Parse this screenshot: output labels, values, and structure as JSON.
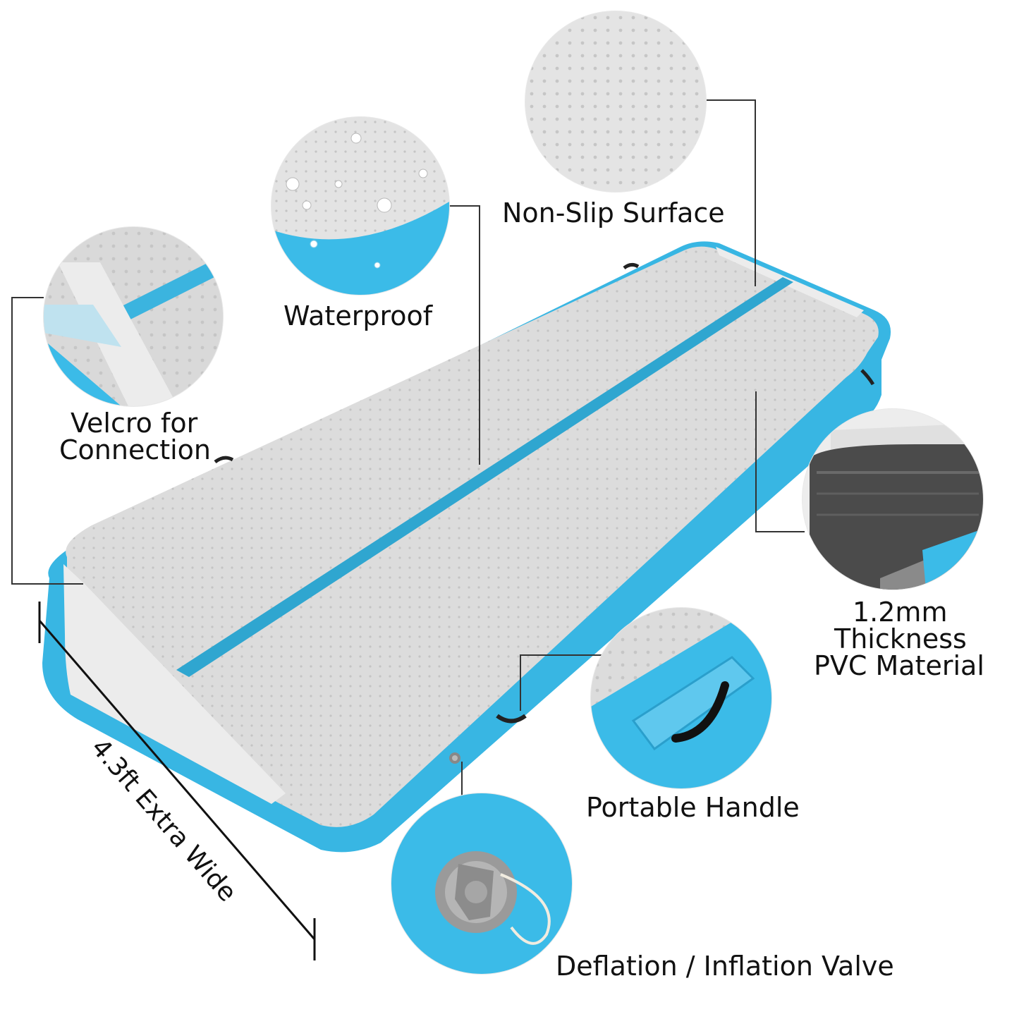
{
  "labels": {
    "non_slip": "Non-Slip Surface",
    "waterproof": "Waterproof",
    "velcro_line1": "Velcro for",
    "velcro_line2": "Connection",
    "thickness_line1": "1.2mm",
    "thickness_line2": "Thickness",
    "thickness_line3": "PVC Material",
    "handle": "Portable Handle",
    "valve": "Deflation / Inflation Valve",
    "width": "4.3ft Extra Wide"
  },
  "colors": {
    "mat_top": "#dcdcdc",
    "mat_side": "#38b6e3",
    "mat_stripe": "#2fa6d0",
    "velcro_strip": "#ececec",
    "line": "#333333"
  },
  "icons": {
    "valve": "valve-icon",
    "handle": "handle-icon"
  }
}
